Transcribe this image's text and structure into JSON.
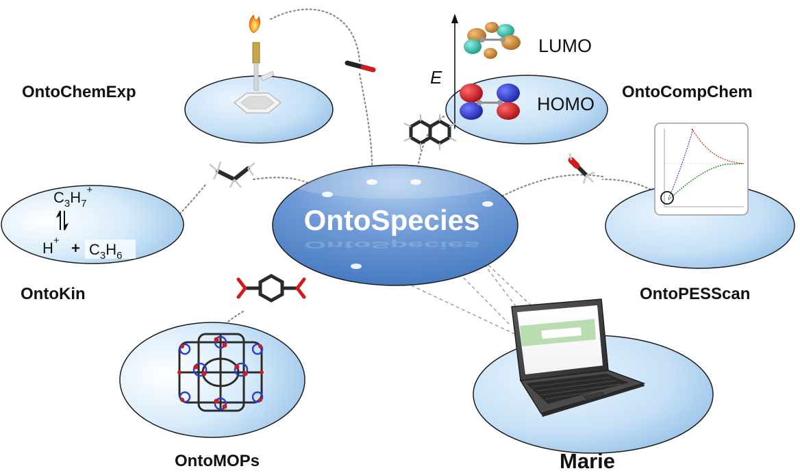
{
  "center": {
    "label": "OntoSpecies"
  },
  "nodes": {
    "chemexp": "OntoChemExp",
    "compchem": "OntoCompChem",
    "kin": "OntoKin",
    "pesscan": "OntoPESScan",
    "mops": "OntoMOPs",
    "marie": "Marie"
  },
  "orbital_axis": {
    "label": "E",
    "upper": "LUMO",
    "lower": "HOMO"
  },
  "reaction": {
    "top": {
      "base": "C",
      "sub1": "3",
      "mid": "H",
      "sub2": "7",
      "sup": "+"
    },
    "bottom_left": {
      "base": "H",
      "sup": "+"
    },
    "plus": "+",
    "bottom_right": {
      "base": "C",
      "sub1": "3",
      "mid": "H",
      "sub2": "6"
    }
  },
  "colors": {
    "disc_light": "#e6f3fc",
    "disc_dark": "#92c0e8",
    "center_light": "#a9c9ec",
    "center_dark": "#3f78bf",
    "curve_red": "#e0201c",
    "curve_blue": "#3a3ad8",
    "curve_green": "#1f8a1f"
  },
  "icons": [
    "flame-icon",
    "bunsen-burner-icon",
    "co-molecule-icon",
    "naphthalene-icon",
    "methanol-icon",
    "propyl-icon",
    "terephthalate-icon",
    "mop-cage-icon",
    "laptop-icon"
  ]
}
